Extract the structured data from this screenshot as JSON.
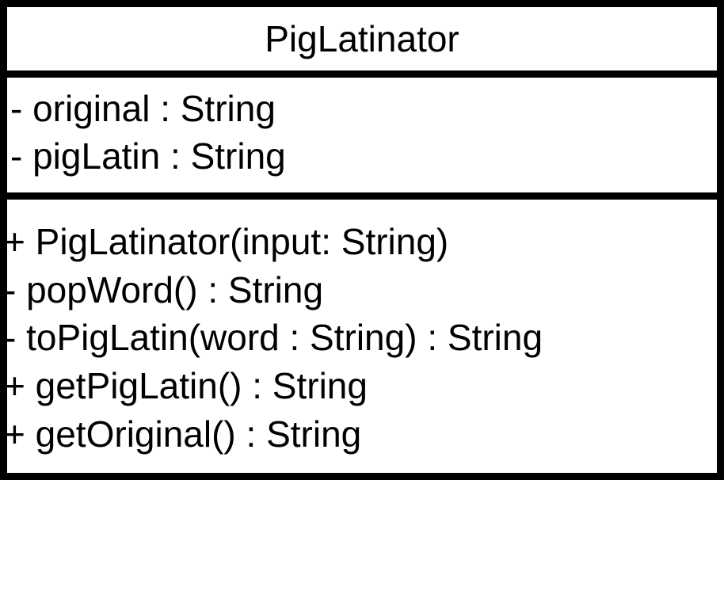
{
  "class_box": {
    "name": "PigLatinator",
    "attributes": [
      "- original : String",
      "- pigLatin : String"
    ],
    "methods": [
      "+ PigLatinator(input: String)",
      "- popWord() : String",
      "- toPigLatin(word : String) : String",
      "+ getPigLatin() : String",
      "+ getOriginal() : String"
    ]
  }
}
